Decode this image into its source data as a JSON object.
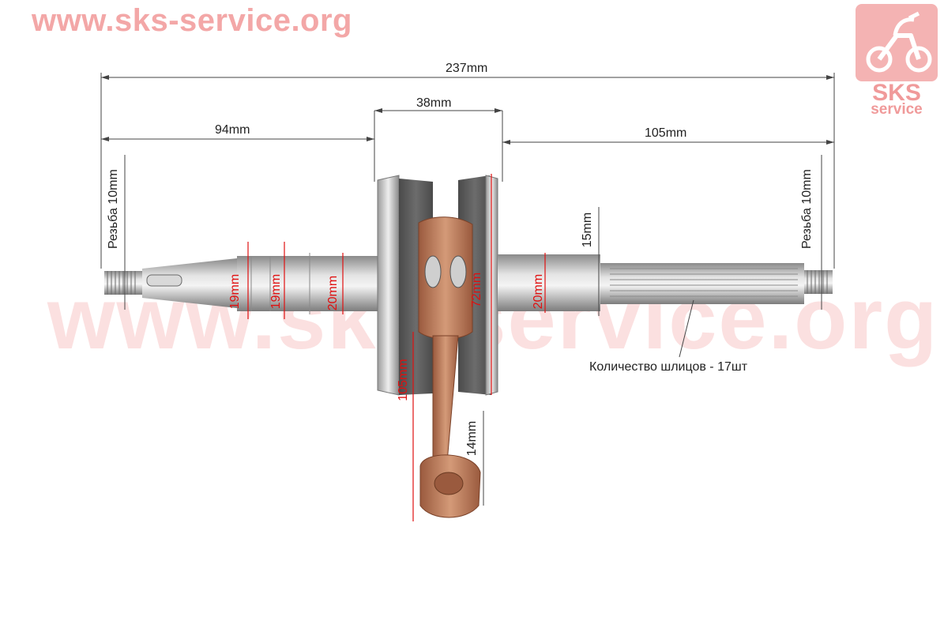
{
  "watermark": {
    "url": "www.sks-service.org",
    "logo_line1": "SKS",
    "logo_line2": "service"
  },
  "dimensions": {
    "overall_length": "237mm",
    "center_width": "38mm",
    "left_length": "94mm",
    "right_length": "105mm",
    "left_thread": "Резьба 10mm",
    "right_thread": "Резьба 10mm",
    "left_dia_1": "19mm",
    "left_dia_2": "19mm",
    "left_dia_3": "20mm",
    "right_dia_1": "20mm",
    "right_dia_2": "15mm",
    "flywheel_dia": "72mm",
    "rod_length": "105mm",
    "small_end": "14mm",
    "spline_note": "Количество шлицов - 17шт"
  },
  "colors": {
    "watermark": "#f3a7a7",
    "accent_red": "#e01010",
    "dimension_line": "#444444",
    "rod_bronze": "#b8714f",
    "steel": "#a9a9a9"
  }
}
